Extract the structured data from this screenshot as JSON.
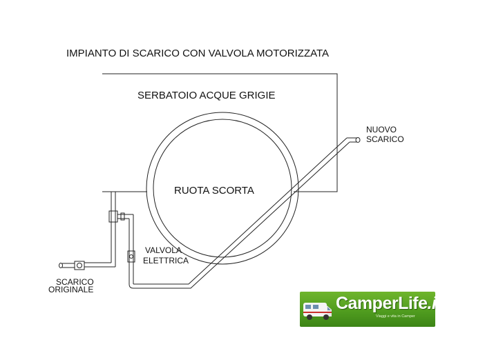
{
  "title": "IMPIANTO DI SCARICO CON VALVOLA MOTORIZZATA",
  "labels": {
    "tank": "SERBATOIO ACQUE GRIGIE",
    "spare_wheel": "RUOTA SCORTA",
    "new_drain_line1": "NUOVO",
    "new_drain_line2": "SCARICO",
    "valve_line1": "VALVOLA",
    "valve_line2": "ELETTRICA",
    "orig_drain_line1": "SCARICO",
    "orig_drain_line2": "ORIGINALE"
  },
  "logo": {
    "name_main": "CamperLife",
    "name_suffix": ".it",
    "tagline": "Viaggi e vita in Camper",
    "colors": {
      "background": "#5aa524",
      "text": "#ffffff"
    }
  }
}
